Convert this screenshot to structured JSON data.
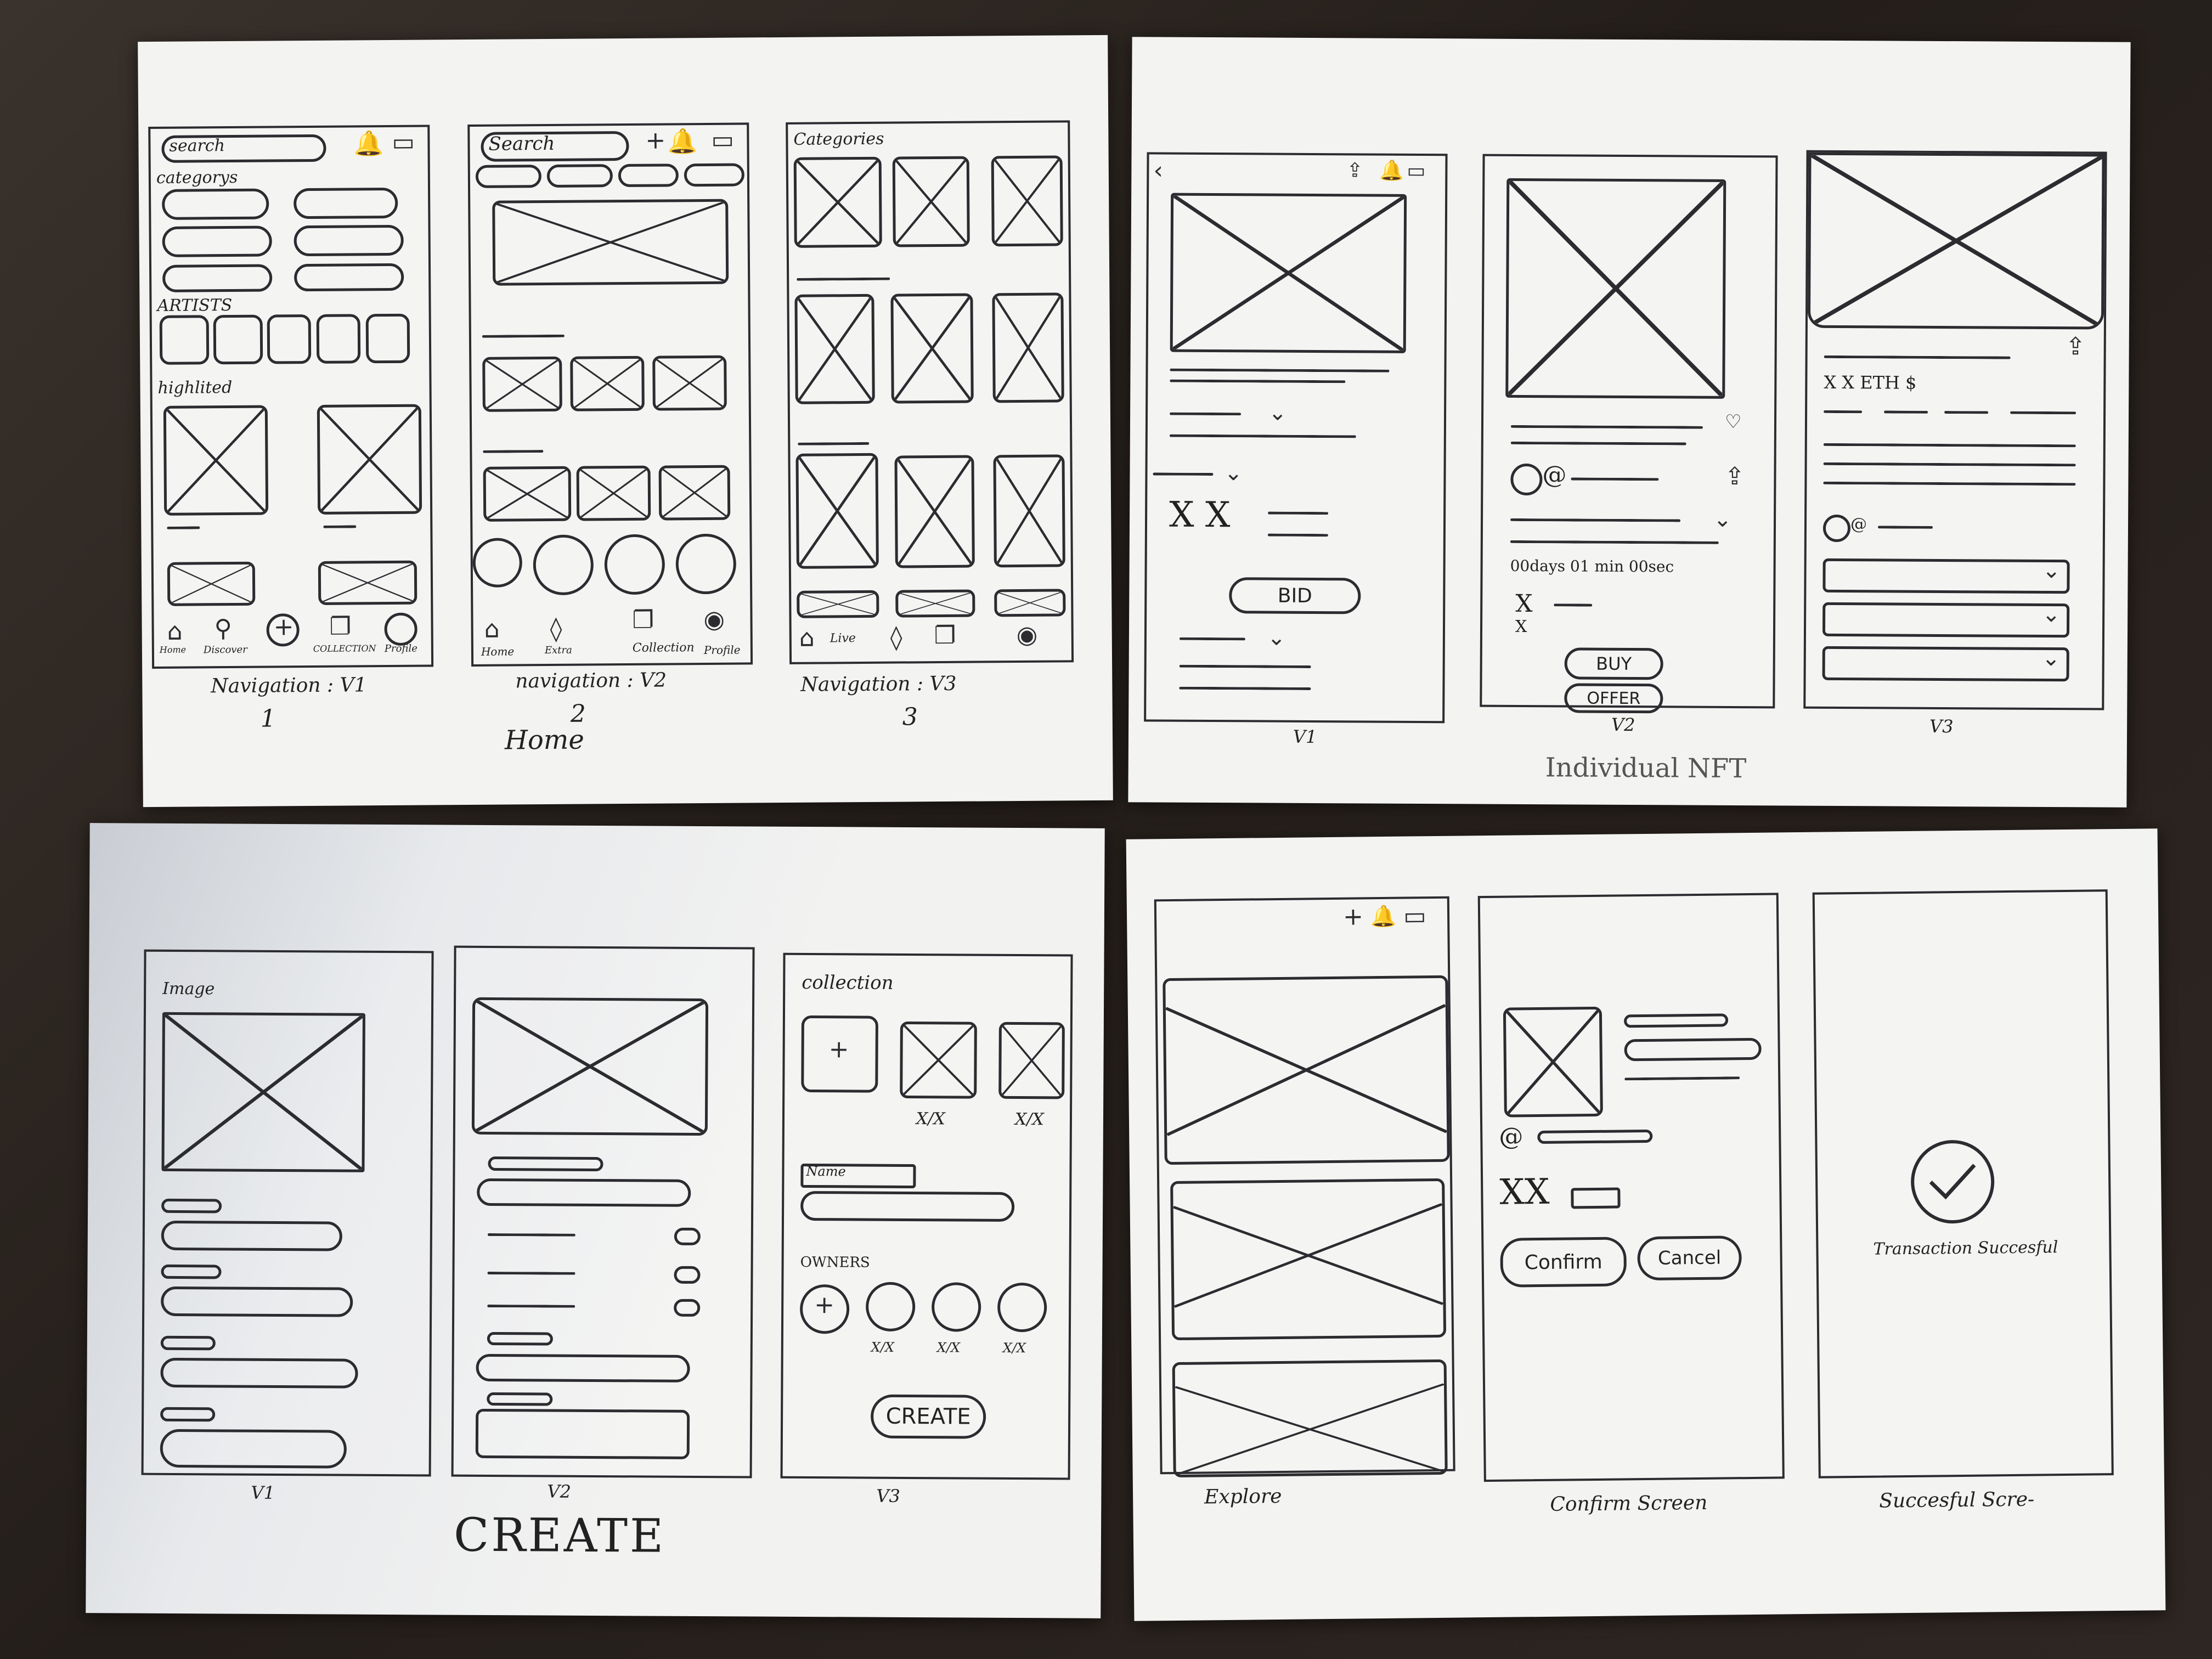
{
  "home": {
    "v1": {
      "search": "search",
      "categories": "categorys",
      "artists": "ARTISTS",
      "highlighted": "highlited",
      "nav": [
        "Home",
        "Discover",
        "COLLECTION",
        "Profile"
      ],
      "caption": "Navigation : V1",
      "number": "1"
    },
    "v2": {
      "search": "Search",
      "nav": [
        "Home",
        "Extra",
        "Collection",
        "Profile"
      ],
      "caption": "navigation : V2",
      "number": "2"
    },
    "v3": {
      "categories": "Categories",
      "nav": [
        "Live"
      ],
      "caption": "Navigation : V3",
      "number": "3"
    },
    "title": "Home"
  },
  "nft": {
    "v1": {
      "bid": "BID",
      "price": "X X",
      "caption": "V1"
    },
    "v2": {
      "timer": "00days 01 min 00sec",
      "buy": "BUY",
      "offer": "OFFER",
      "caption": "V2"
    },
    "v3": {
      "price": "X X ETH $",
      "caption": "V3"
    },
    "title": "Individual NFT"
  },
  "create": {
    "v1": {
      "image": "Image",
      "caption": "V1"
    },
    "v2": {
      "caption": "V2"
    },
    "v3": {
      "collection": "collection",
      "name": "Name",
      "owners": "OWNERS",
      "ratio": "X/X",
      "create": "CREATE",
      "caption": "V3"
    },
    "title": "CREATE"
  },
  "flow": {
    "explore": {
      "caption": "Explore"
    },
    "confirm": {
      "price": "XX",
      "confirm": "Confirm",
      "cancel": "Cancel",
      "caption": "Confirm Screen"
    },
    "success": {
      "message": "Transaction Succesful",
      "caption": "Succesful Scre-"
    }
  }
}
